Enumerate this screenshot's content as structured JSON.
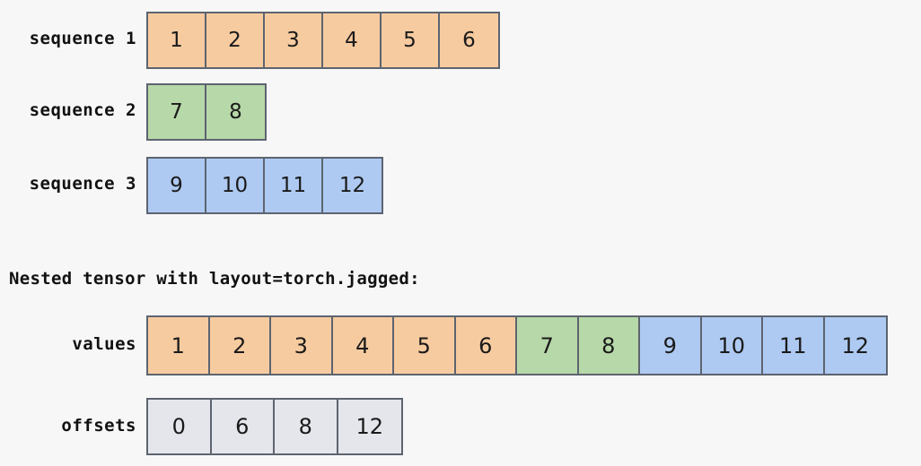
{
  "background_color": "#f7f7f7",
  "palette": {
    "orange": "#f7cba0",
    "green": "#b7d8a8",
    "blue": "#aecaf2",
    "gray": "#e4e6eb",
    "border": "#5d6470",
    "text": "#111111"
  },
  "sequences": [
    {
      "label": "sequence 1",
      "color": "orange",
      "values": [
        "1",
        "2",
        "3",
        "4",
        "5",
        "6"
      ]
    },
    {
      "label": "sequence 2",
      "color": "green",
      "values": [
        "7",
        "8"
      ]
    },
    {
      "label": "sequence 3",
      "color": "blue",
      "values": [
        "9",
        "10",
        "11",
        "12"
      ]
    }
  ],
  "section": {
    "title": "Nested tensor with layout=torch.jagged:"
  },
  "values_row": {
    "label": "values",
    "cells": [
      {
        "text": "1",
        "color": "orange"
      },
      {
        "text": "2",
        "color": "orange"
      },
      {
        "text": "3",
        "color": "orange"
      },
      {
        "text": "4",
        "color": "orange"
      },
      {
        "text": "5",
        "color": "orange"
      },
      {
        "text": "6",
        "color": "orange"
      },
      {
        "text": "7",
        "color": "green"
      },
      {
        "text": "8",
        "color": "green"
      },
      {
        "text": "9",
        "color": "blue"
      },
      {
        "text": "10",
        "color": "blue"
      },
      {
        "text": "11",
        "color": "blue"
      },
      {
        "text": "12",
        "color": "blue"
      }
    ]
  },
  "offsets_row": {
    "label": "offsets",
    "cells": [
      {
        "text": "0",
        "color": "gray"
      },
      {
        "text": "6",
        "color": "gray"
      },
      {
        "text": "8",
        "color": "gray"
      },
      {
        "text": "12",
        "color": "gray"
      }
    ]
  }
}
